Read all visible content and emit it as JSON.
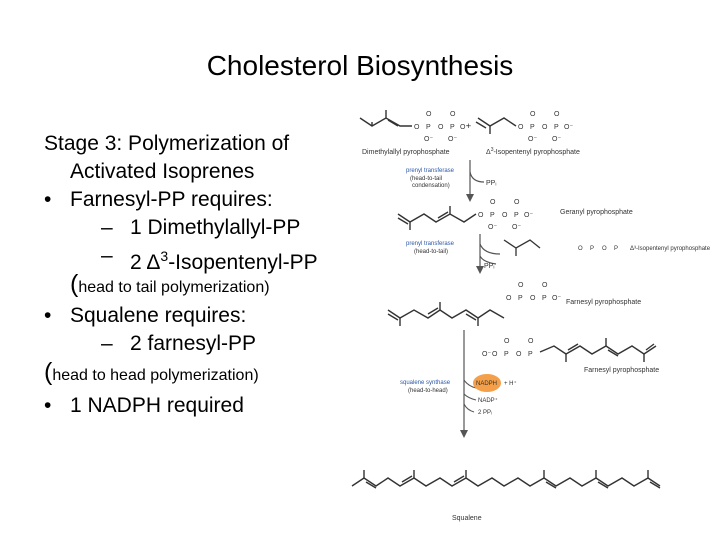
{
  "slide": {
    "title": "Cholesterol Biosynthesis",
    "text": {
      "stage": "Stage 3: Polymerization of",
      "stage_cont": "Activated Isoprenes",
      "bullet": "•",
      "dash": "–",
      "farnesyl_req": "Farnesyl-PP requires:",
      "dmapp_req": "1 Dimethylallyl-PP",
      "ipp_req_pre": "2 Δ",
      "ipp_req_sup": "3",
      "ipp_req_post": "-Isopentenyl-PP",
      "paren": "(",
      "head_tail": "head to tail polymerization)",
      "squalene_req": "Squalene requires:",
      "farnesyl_count": "2 farnesyl-PP",
      "head_head": "head to head polymerization)",
      "nadph_req": "1 NADPH required"
    }
  },
  "figure": {
    "dimethylallyl": "Dimethylallyl pyrophosphate",
    "plus": "+",
    "isopentenyl_pre": "Δ",
    "isopentenyl_sup": "3",
    "isopentenyl_post": "-Isopentenyl pyrophosphate",
    "enzyme1": "prenyl transferase",
    "enzyme1_note": "(head-to-tail",
    "enzyme1_note2": "condensation)",
    "ppi": "PPᵢ",
    "geranyl": "Geranyl pyrophosphate",
    "enzyme2": "prenyl transferase",
    "enzyme2_note": "(head-to-tail)",
    "isopentenyl2": "Δ³-Isopentenyl pyrophosphate",
    "ppi2": "PPᵢ",
    "farnesyl": "Farnesyl pyrophosphate",
    "farnesyl2": "Farnesyl pyrophosphate",
    "enzyme3": "squalene synthase",
    "enzyme3_note": "(head-to-head)",
    "nadph": "NADPH",
    "hplus": "+ H⁺",
    "nadp": "NADP⁺",
    "ppi3": "2 PPᵢ",
    "squalene": "Squalene",
    "chem": {
      "p": "P",
      "o": "O",
      "om": "O⁻"
    },
    "colors": {
      "enzyme": "#2b59a8",
      "nadph_fill": "#f4a04a",
      "arrow": "#555555"
    }
  }
}
